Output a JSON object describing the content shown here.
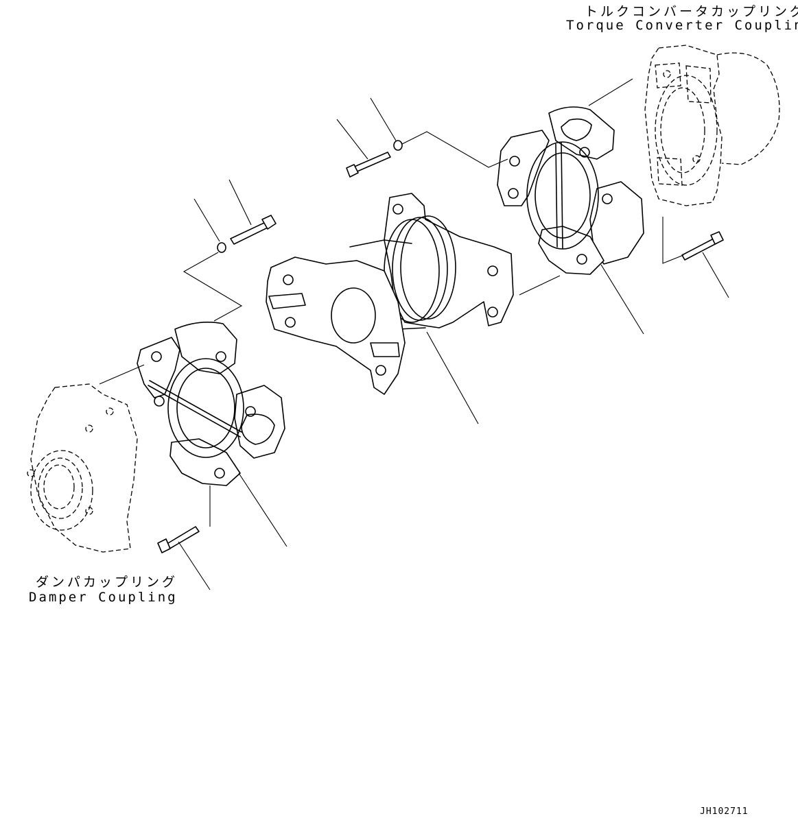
{
  "labels": {
    "torque_converter_coupling_jp": "トルクコンバータカップリング",
    "torque_converter_coupling_en": "Torque Converter Coupling",
    "damper_coupling_jp": "ダンパカップリング",
    "damper_coupling_en": "Damper Coupling",
    "drawing_id": "JH102711"
  }
}
